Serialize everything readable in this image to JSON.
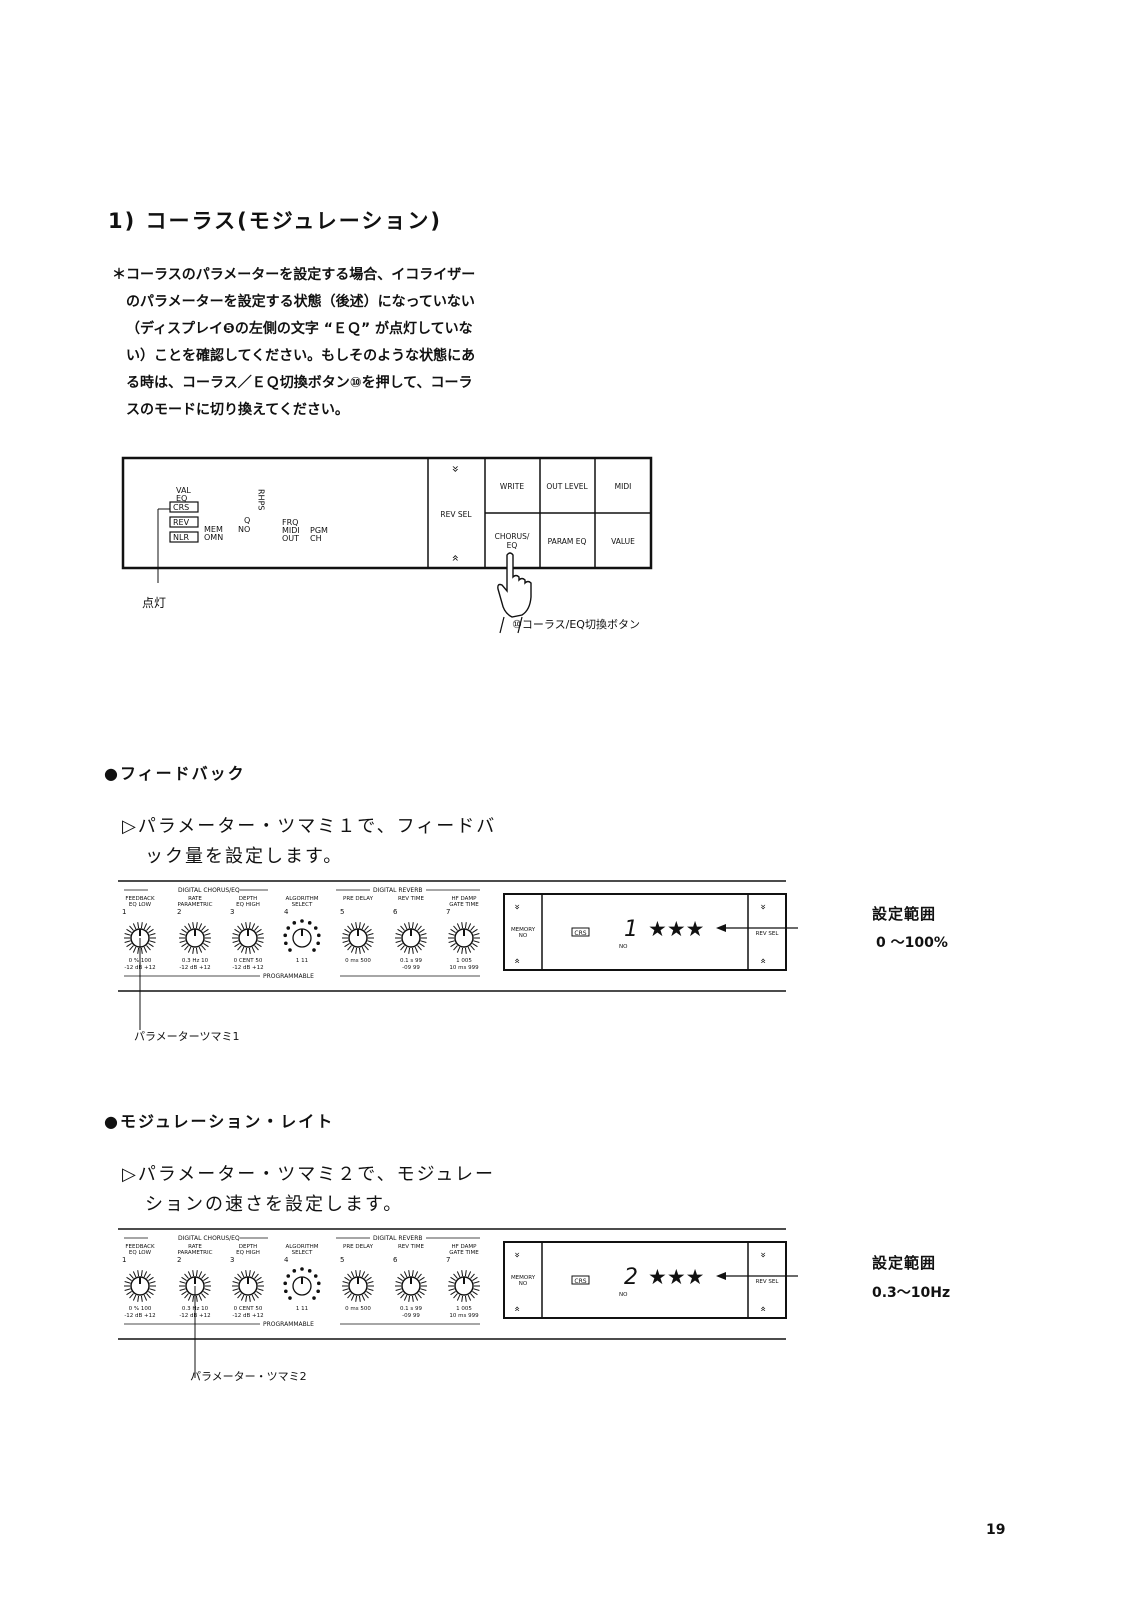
{
  "section": {
    "title": "1) コーラス(モジュレーション)",
    "note_lines": [
      "＊コーラスのパラメーターを設定する場合、イコライザー",
      "のパラメーターを設定する状態（後述）になっていない",
      "（ディスプレイ❺の左側の文字 “ＥＱ” が点灯していな",
      "い）ことを確認してください。もしそのような状態にあ",
      "る時は、コーラス／ＥＱ切換ボタン⑩を押して、コーラ",
      "スのモードに切り換えてください。"
    ]
  },
  "front_panel": {
    "indicators": {
      "val": "VAL",
      "eq": "EQ",
      "crs": "CRS",
      "rev": "REV",
      "nlr": "NLR",
      "mem": "MEM",
      "omn": "OMN",
      "q": "Q",
      "no": "NO",
      "rhps": "RHPS",
      "frq": "FRQ",
      "midi": "MIDI",
      "out": "OUT",
      "pgm": "PGM",
      "ch": "CH"
    },
    "buttons": {
      "rev_sel": "REV SEL",
      "up": "«",
      "down": "»",
      "write": "WRITE",
      "out_level": "OUT LEVEL",
      "midi": "MIDI",
      "chorus_eq": "CHORUS/",
      "chorus_eq2": "EQ",
      "param_eq": "PARAM EQ",
      "value": "VALUE"
    },
    "lit_callout": "点灯",
    "button_callout": "⑩コーラス/EQ切換ボタン"
  },
  "knob_panel": {
    "group_chorus": "DIGITAL CHORUS/EQ",
    "group_reverb": "DIGITAL REVERB",
    "programmable": "PROGRAMMABLE",
    "knobs": [
      {
        "num": "1",
        "label1": "FEEDBACK",
        "label2": "EQ LOW",
        "scale": "0 % 100",
        "scale2": "-12 dB +12"
      },
      {
        "num": "2",
        "label1": "RATE",
        "label2": "PARAMETRIC",
        "scale": "0.3 Hz 10",
        "scale2": "-12 dB +12"
      },
      {
        "num": "3",
        "label1": "DEPTH",
        "label2": "EQ HIGH",
        "scale": "0 CENT 50",
        "scale2": "-12 dB +12"
      },
      {
        "num": "4",
        "label1": "ALGORITHM",
        "label2": "SELECT",
        "scale": "1 11",
        "scale2": ""
      },
      {
        "num": "5",
        "label1": "PRE DELAY",
        "label2": "",
        "scale": "0 ms 500",
        "scale2": ""
      },
      {
        "num": "6",
        "label1": "REV TIME",
        "label2": "",
        "scale": "0.1 s 99",
        "scale2": "-09 99"
      },
      {
        "num": "7",
        "label1": "HF DAMP",
        "label2": "GATE TIME",
        "scale": "1 005",
        "scale2": "10 ms 999"
      }
    ],
    "memory_no": "MEMORY",
    "memory_no2": "NO",
    "rev_sel": "REV SEL",
    "crs": "CRS",
    "no_label": "NO",
    "up": "«",
    "down": "»"
  },
  "feedback": {
    "heading": "●フィードバック",
    "line1": "▷パラメーター・ツマミ１で、フィードバ",
    "line2": "ック量を設定します。",
    "display_digit": "1",
    "display_stars": "★★★",
    "range_label": "設定範囲",
    "range_value": "0 〜100%",
    "knob_callout": "パラメーターツマミ1"
  },
  "modulation": {
    "heading": "●モジュレーション・レイト",
    "line1": "▷パラメーター・ツマミ２で、モジュレー",
    "line2": "ションの速さを設定します。",
    "display_digit": "2",
    "display_stars": "★★★",
    "range_label": "設定範囲",
    "range_value": "0.3〜10Hz",
    "knob_callout": "パラメーター・ツマミ2"
  },
  "page_number": "19"
}
